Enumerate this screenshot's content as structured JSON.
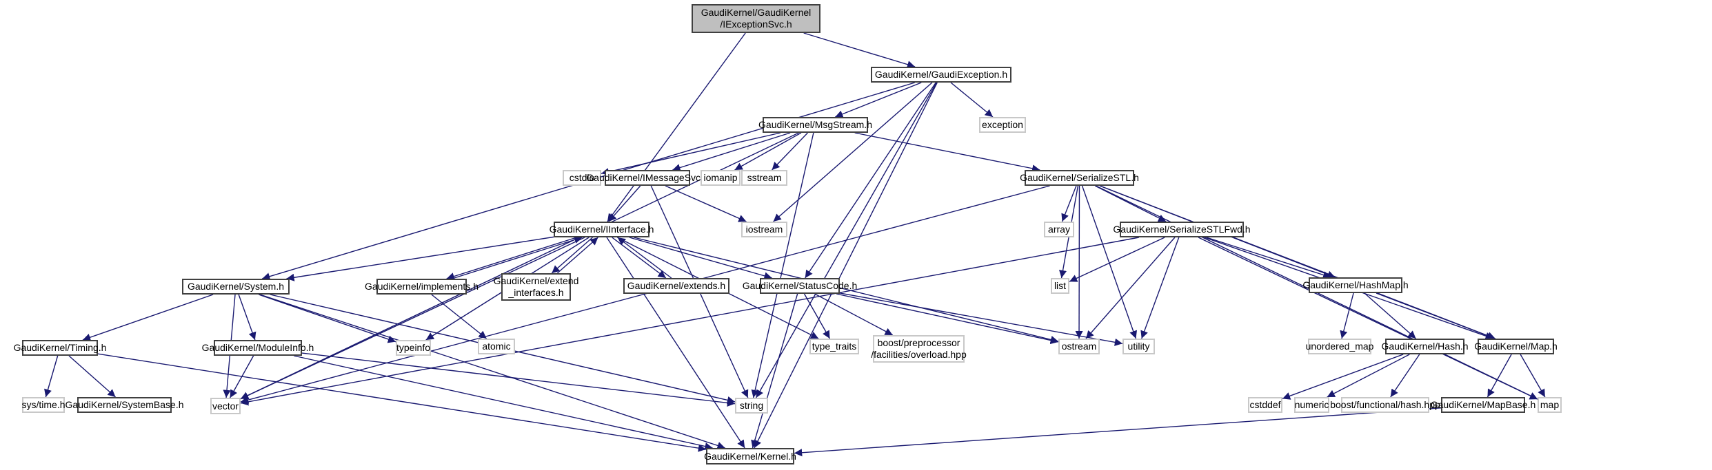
{
  "title": "Include dependency graph for GaudiKernel/GaudiKernel/IExceptionSvc.h",
  "colors": {
    "edge": "#191970",
    "doc_border": "#404040",
    "sys_border": "#c8c8c8",
    "root_fill": "#bfbfbf"
  },
  "nodes": [
    {
      "id": "root",
      "label": "GaudiKernel/GaudiKernel\n/IExceptionSvc.h",
      "kind": "root"
    },
    {
      "id": "gexc",
      "label": "GaudiKernel/GaudiException.h",
      "kind": "doc"
    },
    {
      "id": "msg",
      "label": "GaudiKernel/MsgStream.h",
      "kind": "doc"
    },
    {
      "id": "exception",
      "label": "exception",
      "kind": "sys"
    },
    {
      "id": "cstdio",
      "label": "cstdio",
      "kind": "sys"
    },
    {
      "id": "imsg",
      "label": "GaudiKernel/IMessageSvc.h",
      "kind": "doc"
    },
    {
      "id": "iomanip",
      "label": "iomanip",
      "kind": "sys"
    },
    {
      "id": "sstream",
      "label": "sstream",
      "kind": "sys"
    },
    {
      "id": "ser",
      "label": "GaudiKernel/SerializeSTL.h",
      "kind": "doc"
    },
    {
      "id": "iint",
      "label": "GaudiKernel/IInterface.h",
      "kind": "doc"
    },
    {
      "id": "iostream",
      "label": "iostream",
      "kind": "sys"
    },
    {
      "id": "array",
      "label": "array",
      "kind": "sys"
    },
    {
      "id": "serfwd",
      "label": "GaudiKernel/SerializeSTLFwd.h",
      "kind": "doc"
    },
    {
      "id": "system",
      "label": "GaudiKernel/System.h",
      "kind": "doc"
    },
    {
      "id": "impl",
      "label": "GaudiKernel/implements.h",
      "kind": "doc"
    },
    {
      "id": "extint",
      "label": "GaudiKernel/extend\n_interfaces.h",
      "kind": "doc"
    },
    {
      "id": "extends",
      "label": "GaudiKernel/extends.h",
      "kind": "doc"
    },
    {
      "id": "status",
      "label": "GaudiKernel/StatusCode.h",
      "kind": "doc"
    },
    {
      "id": "list",
      "label": "list",
      "kind": "sys"
    },
    {
      "id": "hashmap",
      "label": "GaudiKernel/HashMap.h",
      "kind": "doc"
    },
    {
      "id": "timing",
      "label": "GaudiKernel/Timing.h",
      "kind": "doc"
    },
    {
      "id": "modinfo",
      "label": "GaudiKernel/ModuleInfo.h",
      "kind": "doc"
    },
    {
      "id": "typeinfo",
      "label": "typeinfo",
      "kind": "sys"
    },
    {
      "id": "atomic",
      "label": "atomic",
      "kind": "sys"
    },
    {
      "id": "typetraits",
      "label": "type_traits",
      "kind": "sys"
    },
    {
      "id": "boostpp",
      "label": "boost/preprocessor\n/facilities/overload.hpp",
      "kind": "sys"
    },
    {
      "id": "ostream",
      "label": "ostream",
      "kind": "sys"
    },
    {
      "id": "utility",
      "label": "utility",
      "kind": "sys"
    },
    {
      "id": "umap",
      "label": "unordered_map",
      "kind": "sys"
    },
    {
      "id": "hash",
      "label": "GaudiKernel/Hash.h",
      "kind": "doc"
    },
    {
      "id": "mapH",
      "label": "GaudiKernel/Map.h",
      "kind": "doc"
    },
    {
      "id": "systime",
      "label": "sys/time.h",
      "kind": "sys"
    },
    {
      "id": "sysbase",
      "label": "GaudiKernel/SystemBase.h",
      "kind": "doc"
    },
    {
      "id": "vector",
      "label": "vector",
      "kind": "sys"
    },
    {
      "id": "string",
      "label": "string",
      "kind": "sys"
    },
    {
      "id": "cstddef",
      "label": "cstddef",
      "kind": "sys"
    },
    {
      "id": "numeric",
      "label": "numeric",
      "kind": "sys"
    },
    {
      "id": "boosthash",
      "label": "boost/functional/hash.hpp",
      "kind": "sys"
    },
    {
      "id": "mapbase",
      "label": "GaudiKernel/MapBase.h",
      "kind": "doc"
    },
    {
      "id": "map",
      "label": "map",
      "kind": "sys"
    },
    {
      "id": "kernel",
      "label": "GaudiKernel/Kernel.h",
      "kind": "doc"
    }
  ],
  "edges": [
    [
      "root",
      "gexc"
    ],
    [
      "root",
      "iint"
    ],
    [
      "gexc",
      "msg"
    ],
    [
      "gexc",
      "exception"
    ],
    [
      "gexc",
      "iostream"
    ],
    [
      "gexc",
      "status"
    ],
    [
      "gexc",
      "system"
    ],
    [
      "gexc",
      "string"
    ],
    [
      "gexc",
      "kernel"
    ],
    [
      "msg",
      "cstdio"
    ],
    [
      "msg",
      "imsg"
    ],
    [
      "msg",
      "iomanip"
    ],
    [
      "msg",
      "sstream"
    ],
    [
      "msg",
      "ser"
    ],
    [
      "msg",
      "vector"
    ],
    [
      "msg",
      "string"
    ],
    [
      "imsg",
      "iint"
    ],
    [
      "imsg",
      "iostream"
    ],
    [
      "imsg",
      "string"
    ],
    [
      "ser",
      "array"
    ],
    [
      "ser",
      "list"
    ],
    [
      "ser",
      "serfwd"
    ],
    [
      "ser",
      "hashmap"
    ],
    [
      "ser",
      "mapH"
    ],
    [
      "ser",
      "map"
    ],
    [
      "ser",
      "ostream"
    ],
    [
      "ser",
      "utility"
    ],
    [
      "ser",
      "vector"
    ],
    [
      "serfwd",
      "list"
    ],
    [
      "serfwd",
      "hashmap"
    ],
    [
      "serfwd",
      "mapH"
    ],
    [
      "serfwd",
      "map"
    ],
    [
      "serfwd",
      "ostream"
    ],
    [
      "serfwd",
      "utility"
    ],
    [
      "serfwd",
      "vector"
    ],
    [
      "iint",
      "system"
    ],
    [
      "iint",
      "impl"
    ],
    [
      "iint",
      "extint"
    ],
    [
      "iint",
      "extends"
    ],
    [
      "iint",
      "status"
    ],
    [
      "iint",
      "typetraits"
    ],
    [
      "iint",
      "ostream"
    ],
    [
      "iint",
      "kernel"
    ],
    [
      "iint",
      "typeinfo"
    ],
    [
      "iint",
      "vector"
    ],
    [
      "impl",
      "iint"
    ],
    [
      "impl",
      "atomic"
    ],
    [
      "extint",
      "iint"
    ],
    [
      "extends",
      "iint"
    ],
    [
      "system",
      "timing"
    ],
    [
      "system",
      "modinfo"
    ],
    [
      "system",
      "typeinfo"
    ],
    [
      "system",
      "vector"
    ],
    [
      "system",
      "string"
    ],
    [
      "system",
      "kernel"
    ],
    [
      "status",
      "typetraits"
    ],
    [
      "status",
      "boostpp"
    ],
    [
      "status",
      "ostream"
    ],
    [
      "status",
      "utility"
    ],
    [
      "status",
      "kernel"
    ],
    [
      "hashmap",
      "umap"
    ],
    [
      "hashmap",
      "hash"
    ],
    [
      "hashmap",
      "mapH"
    ],
    [
      "hash",
      "cstddef"
    ],
    [
      "hash",
      "numeric"
    ],
    [
      "hash",
      "boosthash"
    ],
    [
      "mapH",
      "mapbase"
    ],
    [
      "mapH",
      "map"
    ],
    [
      "mapbase",
      "kernel"
    ],
    [
      "timing",
      "systime"
    ],
    [
      "timing",
      "sysbase"
    ],
    [
      "timing",
      "kernel"
    ],
    [
      "modinfo",
      "vector"
    ],
    [
      "modinfo",
      "string"
    ],
    [
      "modinfo",
      "kernel"
    ]
  ]
}
